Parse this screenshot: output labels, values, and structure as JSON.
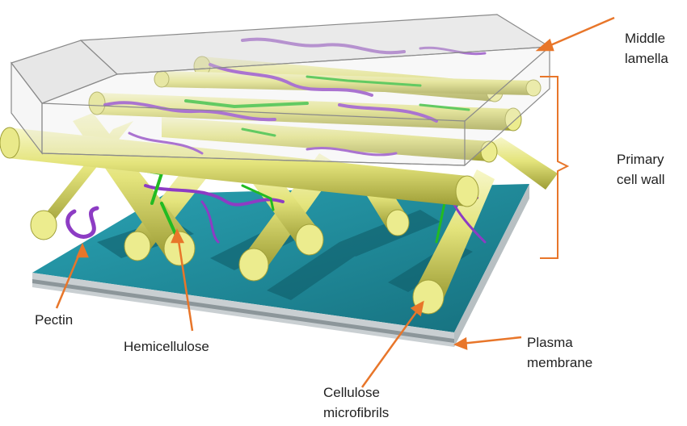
{
  "labels": {
    "middle_lamella": [
      "Middle",
      "lamella"
    ],
    "primary_cell_wall": [
      "Primary",
      "cell wall"
    ],
    "plasma_membrane": [
      "Plasma",
      "membrane"
    ],
    "cellulose_microfibrils": [
      "Cellulose",
      "microfibrils"
    ],
    "pectin": "Pectin",
    "hemicellulose": "Hemicellulose"
  },
  "colors": {
    "cellulose": "#e9e98a",
    "cellulose_dark": "#8f8f2e",
    "hemicellulose": "#22bb22",
    "pectin": "#8d3cc4",
    "membrane_top": "#1f8fa0",
    "membrane_edge": "#9aa3a6",
    "lamella_fill": "#dcdcdc",
    "pointer": "#e8762a"
  }
}
